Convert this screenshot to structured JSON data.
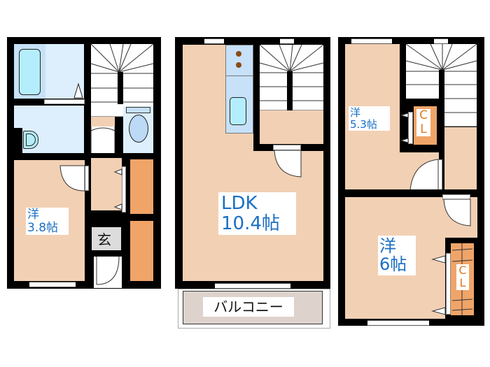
{
  "floor_plan": {
    "floors": [
      {
        "id": "floor-1",
        "rooms": [
          {
            "type": "western-room",
            "name": "洋",
            "size": "3.8帖"
          },
          {
            "type": "entrance",
            "name": "玄"
          },
          {
            "type": "bathroom"
          },
          {
            "type": "washroom"
          },
          {
            "type": "toilet"
          },
          {
            "type": "storage"
          },
          {
            "type": "staircase"
          }
        ]
      },
      {
        "id": "floor-2",
        "rooms": [
          {
            "type": "ldk",
            "name": "LDK",
            "size": "10.4帖"
          },
          {
            "type": "kitchen"
          },
          {
            "type": "staircase"
          },
          {
            "type": "balcony",
            "name": "バルコニー"
          }
        ]
      },
      {
        "id": "floor-3",
        "rooms": [
          {
            "type": "western-room",
            "name": "洋",
            "size": "5.3帖"
          },
          {
            "type": "closet",
            "name_line1": "C",
            "name_line2": "L"
          },
          {
            "type": "western-room",
            "name": "洋",
            "size": "6帖"
          },
          {
            "type": "closet",
            "name_line1": "C",
            "name_line2": "L"
          },
          {
            "type": "staircase"
          }
        ]
      }
    ],
    "colors": {
      "wall": "#000000",
      "room_floor": "#f2d0b4",
      "wet_area": "#ddeffc",
      "closet": "#f0a468",
      "label_text": "#1a6fc4",
      "closet_text": "#e07a20",
      "balcony": "#ddd3cc"
    }
  }
}
